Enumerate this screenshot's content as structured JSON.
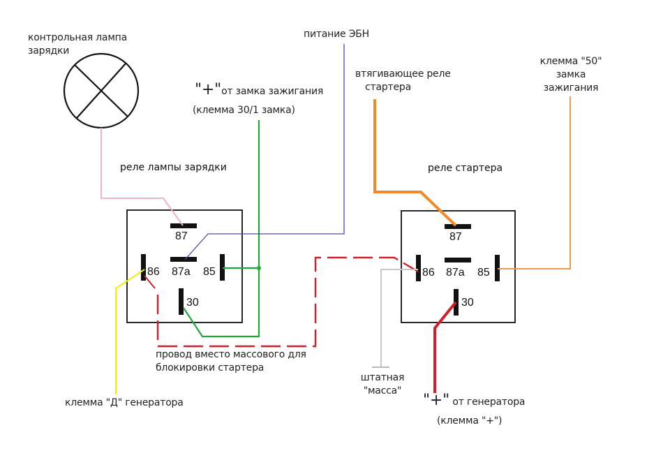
{
  "labels": {
    "lamp": "контрольная лампа\nзарядки",
    "lamp_line1": "контрольная лампа",
    "lamp_line2": "зарядки",
    "ebn": "питание ЭБН",
    "ignition_plus_quote": "\"+\"",
    "ignition_plus_text": "от замка зажигания",
    "ignition_terminal": "(клемма 30/1 замка)",
    "pullin_line1": "втягивающее реле",
    "pullin_line2": "стартера",
    "k50_line1": "клемма \"50\"",
    "k50_line2": "замка",
    "k50_line3": "зажигания",
    "relay1_title": "реле  лампы зарядки",
    "relay2_title": "реле стартера",
    "block_line1": "провод вместо массового для",
    "block_line2": "блокировки стартера",
    "gen_d": "клемма \"Д\" генератора",
    "ground_line1": "штатная",
    "ground_line2": "\"масса\"",
    "gen_plus_quote": "\"+\"",
    "gen_plus_text": "от генератора",
    "gen_plus_terminal": "(клемма \"+\")"
  },
  "relays": [
    {
      "name": "relay-charge-lamp",
      "pins": {
        "p87": "87",
        "p87a": "87a",
        "p86": "86",
        "p85": "85",
        "p30": "30"
      }
    },
    {
      "name": "relay-starter",
      "pins": {
        "p87": "87",
        "p87a": "87a",
        "p86": "86",
        "p85": "85",
        "p30": "30"
      }
    }
  ],
  "wire_colors": {
    "pink": "#f2b3c3",
    "green": "#22a838",
    "blue": "#4a4aa8",
    "yellow": "#f5f000",
    "red": "#d0202a",
    "gray": "#c8c8c8",
    "orange": "#f08a2a",
    "orange_thin": "#ec9a55"
  }
}
